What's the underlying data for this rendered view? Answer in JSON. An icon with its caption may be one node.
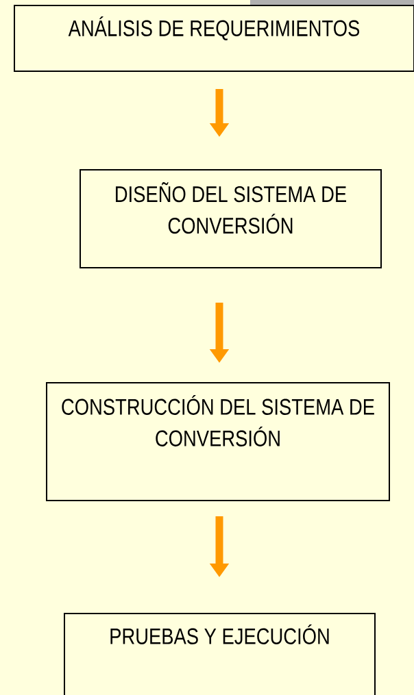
{
  "diagram": {
    "nodes": [
      {
        "text": [
          "ANÁLISIS DE REQUERIMIENTOS"
        ]
      },
      {
        "text": [
          "DISEÑO DEL SISTEMA DE CONVERSIÓN"
        ]
      },
      {
        "text": [
          "CONSTRUCCIÓN DEL SISTEMA DE CONVERSIÓN"
        ]
      },
      {
        "text": [
          "PRUEBAS Y EJECUCIÓN"
        ]
      }
    ],
    "edges": [
      {
        "from": 0,
        "to": 1,
        "arrow": "to"
      },
      {
        "from": 1,
        "to": 2,
        "arrow": "to"
      },
      {
        "from": 2,
        "to": 3,
        "arrow": "to"
      }
    ]
  }
}
